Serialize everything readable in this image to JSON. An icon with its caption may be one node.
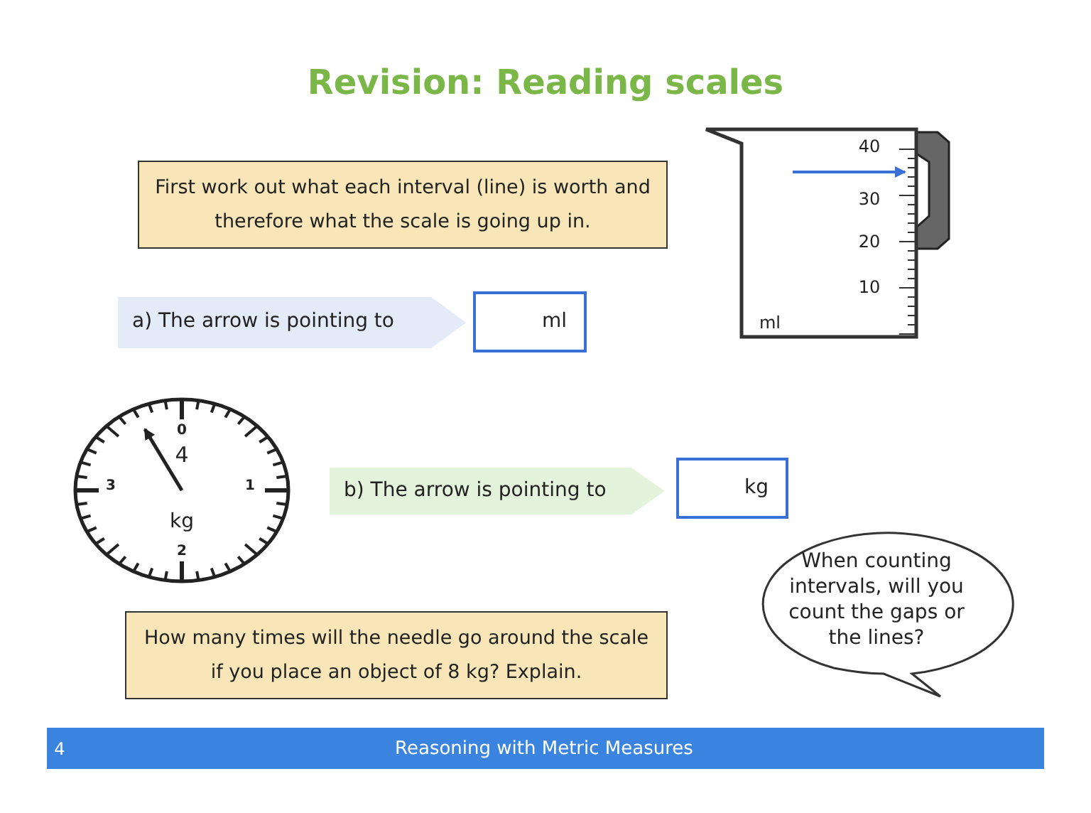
{
  "diagram": {
    "title": "Revision: Reading scales",
    "nodes": [
      {
        "text": [
          "First work out what each interval (line) is worth and therefore what the scale is going up in."
        ]
      },
      {
        "text": [
          "a) The arrow is pointing to"
        ]
      },
      {
        "text": [
          "ml"
        ]
      },
      {
        "text": [
          "b) The arrow is pointing to"
        ]
      },
      {
        "text": [
          "kg"
        ]
      },
      {
        "text": [
          "How many times will the needle go around the scale if you place an object of 8 kg? Explain."
        ]
      },
      {
        "text": [
          "When counting intervals, will you count the gaps or the lines?"
        ]
      }
    ],
    "labels": [
      "40",
      "30",
      "20",
      "10",
      "ml",
      "0",
      "4",
      "3",
      "1",
      "kg",
      "2",
      "4",
      "Reasoning with Metric Measures"
    ]
  }
}
